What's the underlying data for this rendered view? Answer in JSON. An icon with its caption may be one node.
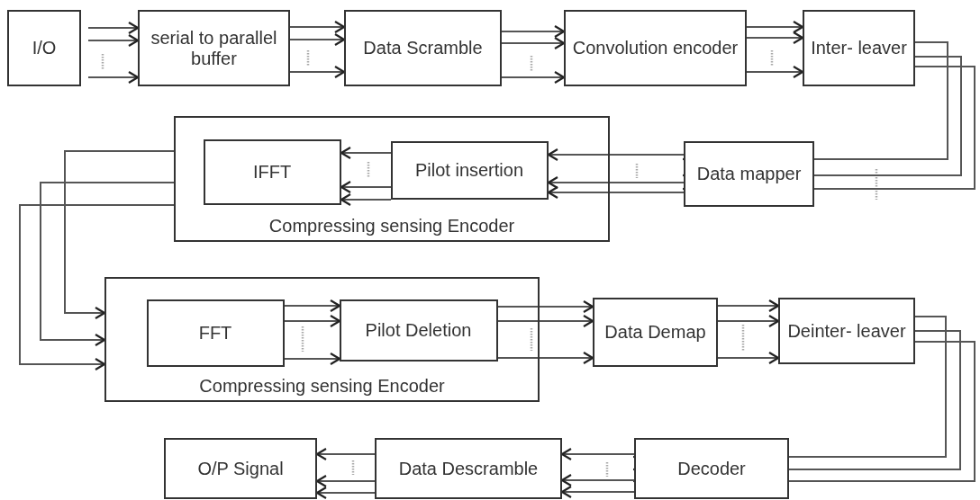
{
  "diagram": {
    "nodes": [
      {
        "text": [
          "I/O"
        ]
      },
      {
        "text": [
          "serial to parallel buffer"
        ]
      },
      {
        "text": [
          "Data Scramble"
        ]
      },
      {
        "text": [
          "Convolution encoder"
        ]
      },
      {
        "text": [
          "Inter- leaver"
        ]
      },
      {
        "text": [
          "Compressing sensing Encoder"
        ]
      },
      {
        "text": [
          "IFFT"
        ],
        "in": 5
      },
      {
        "text": [
          "Pilot insertion"
        ],
        "in": 5
      },
      {
        "text": [
          "Data mapper"
        ]
      },
      {
        "text": [
          "Compressing sensing Encoder"
        ]
      },
      {
        "text": [
          "FFT"
        ],
        "in": 9
      },
      {
        "text": [
          "Pilot Deletion"
        ],
        "in": 9
      },
      {
        "text": [
          "Data Demap"
        ]
      },
      {
        "text": [
          "Deinter- leaver"
        ]
      },
      {
        "text": [
          "Decoder"
        ]
      },
      {
        "text": [
          "Data Descramble"
        ]
      },
      {
        "text": [
          "O/P Signal"
        ]
      }
    ],
    "edges": [
      {
        "from": 0,
        "to": 1,
        "arrow": "to"
      },
      {
        "from": 0,
        "to": 1,
        "arrow": "to"
      },
      {
        "from": 0,
        "to": 1,
        "arrow": "to"
      },
      {
        "from": 1,
        "to": 2,
        "arrow": "to"
      },
      {
        "from": 1,
        "to": 2,
        "arrow": "to"
      },
      {
        "from": 1,
        "to": 2,
        "arrow": "to"
      },
      {
        "from": 2,
        "to": 3,
        "arrow": "to"
      },
      {
        "from": 2,
        "to": 3,
        "arrow": "to"
      },
      {
        "from": 2,
        "to": 3,
        "arrow": "to"
      },
      {
        "from": 3,
        "to": 4,
        "arrow": "to"
      },
      {
        "from": 3,
        "to": 4,
        "arrow": "to"
      },
      {
        "from": 3,
        "to": 4,
        "arrow": "to"
      },
      {
        "from": 4,
        "to": 8,
        "arrow": "to"
      },
      {
        "from": 4,
        "to": 8,
        "arrow": "to"
      },
      {
        "from": 4,
        "to": 8,
        "arrow": "to"
      },
      {
        "from": 8,
        "to": 7,
        "arrow": "to"
      },
      {
        "from": 8,
        "to": 7,
        "arrow": "to"
      },
      {
        "from": 8,
        "to": 7,
        "arrow": "to"
      },
      {
        "from": 7,
        "to": 6,
        "arrow": "to"
      },
      {
        "from": 7,
        "to": 6,
        "arrow": "to"
      },
      {
        "from": 7,
        "to": 6,
        "arrow": "to"
      },
      {
        "from": 5,
        "to": 9,
        "arrow": "to"
      },
      {
        "from": 5,
        "to": 9,
        "arrow": "to"
      },
      {
        "from": 5,
        "to": 9,
        "arrow": "to"
      },
      {
        "from": 10,
        "to": 11,
        "arrow": "to"
      },
      {
        "from": 10,
        "to": 11,
        "arrow": "to"
      },
      {
        "from": 10,
        "to": 11,
        "arrow": "to"
      },
      {
        "from": 11,
        "to": 12,
        "arrow": "to"
      },
      {
        "from": 11,
        "to": 12,
        "arrow": "to"
      },
      {
        "from": 11,
        "to": 12,
        "arrow": "to"
      },
      {
        "from": 12,
        "to": 13,
        "arrow": "to"
      },
      {
        "from": 12,
        "to": 13,
        "arrow": "to"
      },
      {
        "from": 12,
        "to": 13,
        "arrow": "to"
      },
      {
        "from": 13,
        "to": 14,
        "arrow": "to"
      },
      {
        "from": 13,
        "to": 14,
        "arrow": "to"
      },
      {
        "from": 13,
        "to": 14,
        "arrow": "to"
      },
      {
        "from": 14,
        "to": 15,
        "arrow": "to"
      },
      {
        "from": 14,
        "to": 15,
        "arrow": "to"
      },
      {
        "from": 14,
        "to": 15,
        "arrow": "to"
      },
      {
        "from": 15,
        "to": 16,
        "arrow": "to"
      },
      {
        "from": 15,
        "to": 16,
        "arrow": "to"
      },
      {
        "from": 15,
        "to": 16,
        "arrow": "to"
      }
    ]
  }
}
